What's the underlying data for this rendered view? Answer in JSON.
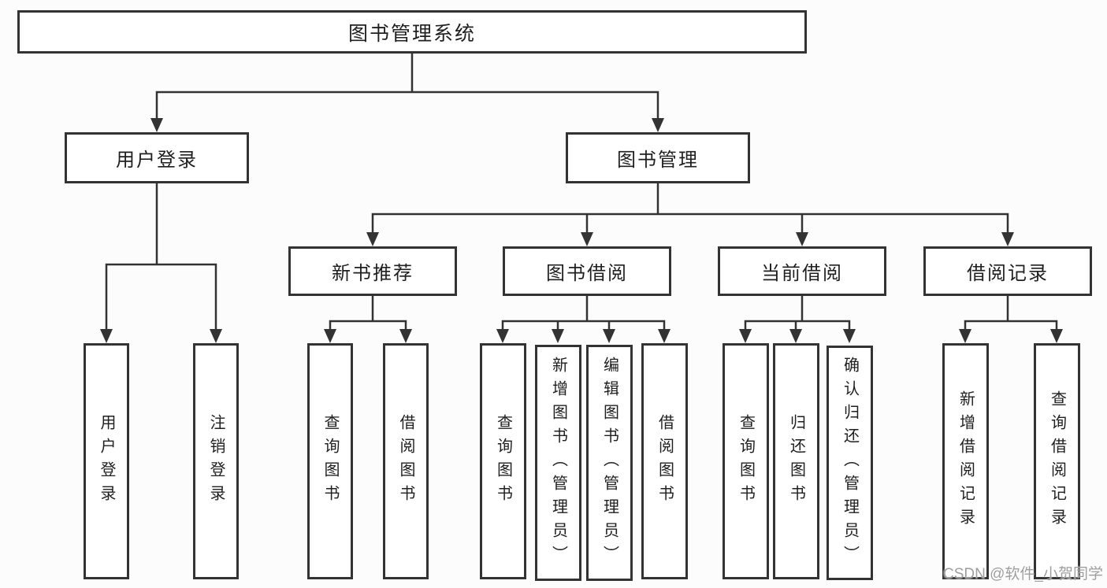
{
  "nodes": {
    "root": "图书管理系统",
    "login": "用户登录",
    "mgmt": "图书管理",
    "rec": "新书推荐",
    "borrow": "图书借阅",
    "current": "当前借阅",
    "records": "借阅记录",
    "login_user": "用户登录",
    "login_logout": "注销登录",
    "rec_query": "查询图书",
    "rec_borrow": "借阅图书",
    "borrow_query": "查询图书",
    "borrow_add": "新增图书（管理员）",
    "borrow_edit": "编辑图书（管理员）",
    "borrow_lend": "借阅图书",
    "current_query": "查询图书",
    "current_return": "归还图书",
    "current_confirm": "确认归还（管理员）",
    "records_add": "新增借阅记录",
    "records_query": "查询借阅记录"
  },
  "watermark": "CSDN @软件_小贺同学",
  "colors": {
    "line": "#333333",
    "text": "#1f1f1f",
    "watermark": "#9e9e9e",
    "background": "#fcfcfc",
    "node_fill": "#ffffff"
  }
}
